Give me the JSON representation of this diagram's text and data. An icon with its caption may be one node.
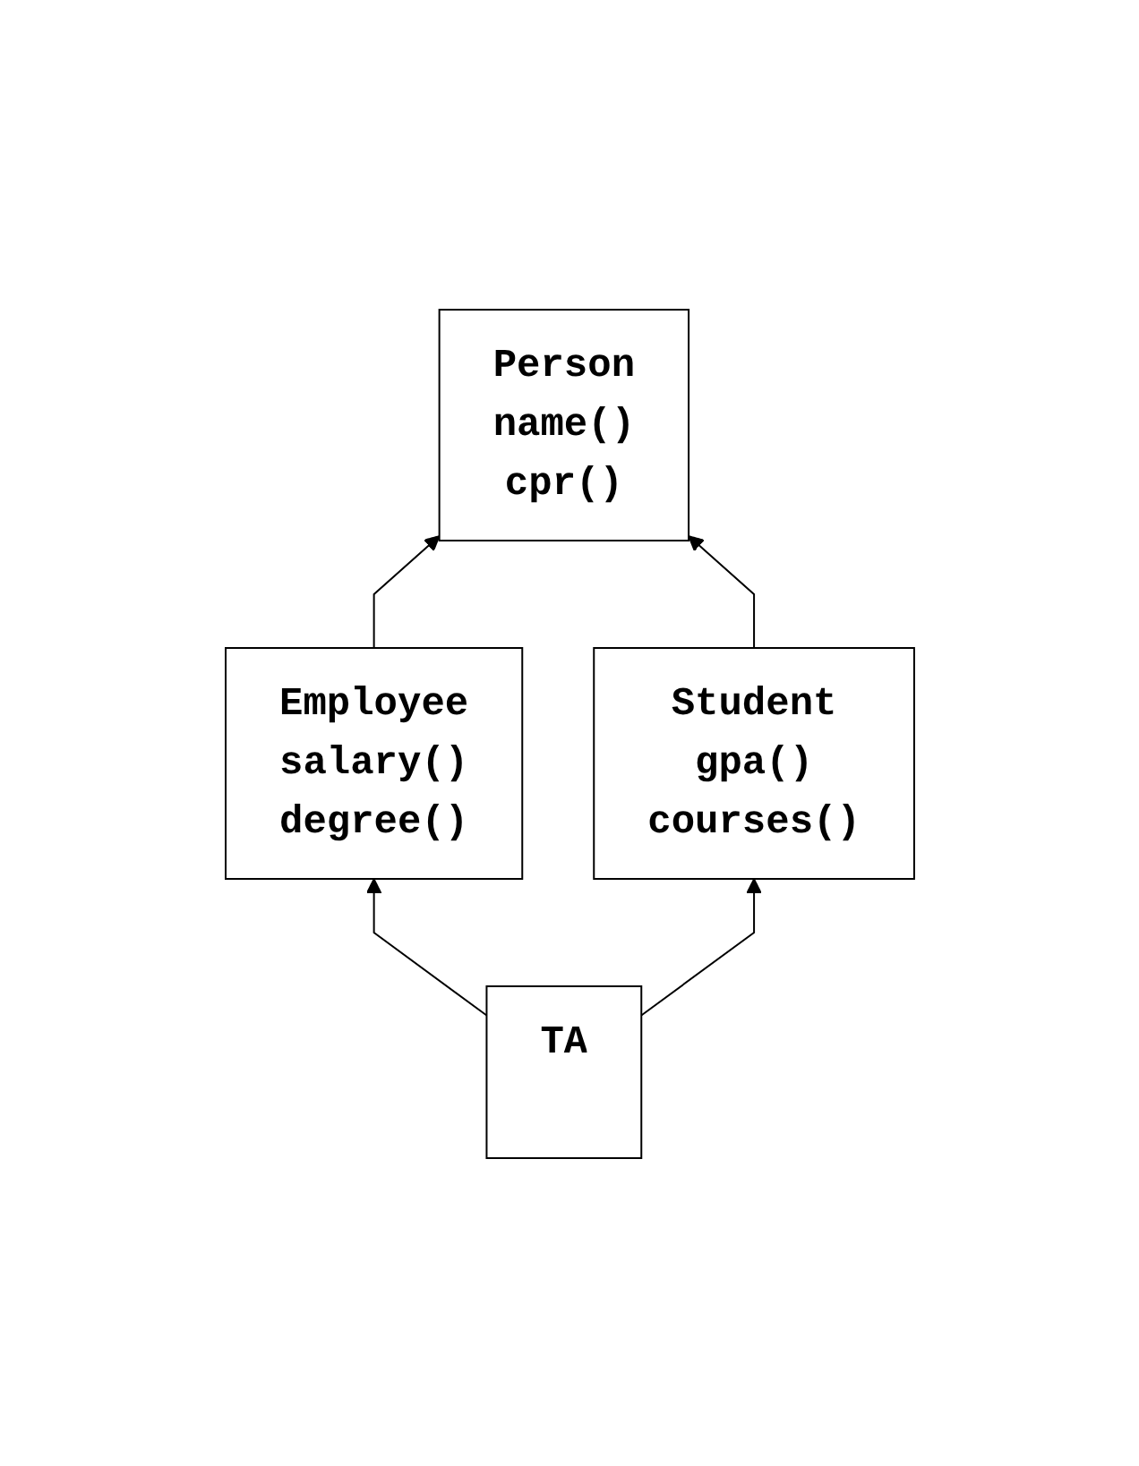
{
  "diagram": {
    "nodes": [
      {
        "text": [
          "Person",
          "name()",
          "cpr()"
        ]
      },
      {
        "text": [
          "Employee",
          "salary()",
          "degree()"
        ]
      },
      {
        "text": [
          "Student",
          "gpa()",
          "courses()"
        ]
      },
      {
        "text": [
          "TA"
        ]
      }
    ],
    "edges": [
      {
        "from": 1,
        "to": 0,
        "arrow": "to"
      },
      {
        "from": 2,
        "to": 0,
        "arrow": "to"
      },
      {
        "from": 3,
        "to": 1,
        "arrow": "to"
      },
      {
        "from": 3,
        "to": 2,
        "arrow": "to"
      }
    ]
  }
}
